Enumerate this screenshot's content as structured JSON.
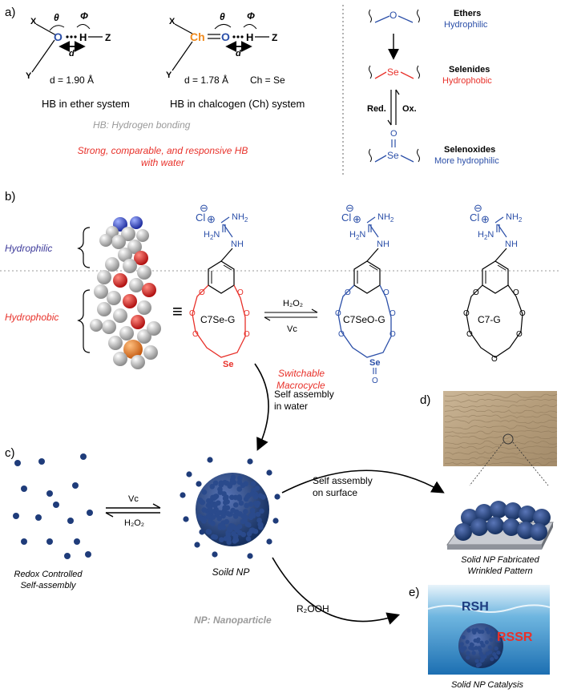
{
  "panel_a": {
    "label": "a)",
    "ether": {
      "x": "X",
      "y": "Y",
      "o": "O",
      "h": "H",
      "z": "Z",
      "theta": "θ",
      "phi": "Φ",
      "d": "d",
      "dist": "d = 1.90 Å",
      "caption": "HB in ether system"
    },
    "chalcogen": {
      "x": "X",
      "y": "Y",
      "ch": "Ch",
      "o": "O",
      "h": "H",
      "z": "Z",
      "theta": "θ",
      "phi": "Φ",
      "d": "d",
      "dist": "d = 1.78 Å",
      "ch_def": "Ch = Se",
      "caption": "HB in chalcogen (Ch) system"
    },
    "hb_note": "HB: Hydrogen bonding",
    "headline_1": "Strong, comparable, and responsive HB",
    "headline_2": "with water",
    "right": {
      "ether_atom": "O",
      "ethers_title": "Ethers",
      "ethers_sub": "Hydrophilic",
      "selenide_atom": "Se",
      "selenides_title": "Selenides",
      "selenides_sub": "Hydrophobic",
      "red": "Red.",
      "ox": "Ox.",
      "selenoxide_o": "O",
      "selenoxide_atom": "Se",
      "selenoxides_title": "Selenoxides",
      "selenoxides_sub": "More hydrophilic"
    },
    "colors": {
      "red": "#e8312a",
      "blue": "#2b4fa8",
      "orange": "#f08a1c",
      "gray": "#9a9a9a"
    }
  },
  "panel_b": {
    "label": "b)",
    "hydrophilic": "Hydrophilic",
    "hydrophobic": "Hydrophobic",
    "equiv": "≡",
    "mol1": {
      "cl": "Cl",
      "minus": "⊖",
      "plus": "⊕",
      "nh2_top": "NH",
      "nh2_top_sub": "2",
      "h2n": "H",
      "h2n_sub": "2",
      "h2n_n": "N",
      "nh": "NH",
      "name": "C7Se-G",
      "se": "Se"
    },
    "mol2": {
      "cl": "Cl",
      "minus": "⊖",
      "plus": "⊕",
      "nh2_top": "NH",
      "nh2_top_sub": "2",
      "h2n": "H",
      "h2n_sub": "2",
      "h2n_n": "N",
      "nh": "NH",
      "name": "C7SeO-G",
      "se": "Se",
      "o": "O"
    },
    "mol3": {
      "cl": "Cl",
      "minus": "⊖",
      "plus": "⊕",
      "nh2_top": "NH",
      "nh2_top_sub": "2",
      "h2n": "H",
      "h2n_sub": "2",
      "h2n_n": "N",
      "nh": "NH",
      "name": "C7-G"
    },
    "ring_o": "O",
    "oxidant": "H₂O₂",
    "reductant": "Vc",
    "switchable_1": "Switchable",
    "switchable_2": "Macrocycle",
    "self_assembly_1": "Self assembly",
    "self_assembly_2": "in water"
  },
  "panel_c": {
    "label": "c)",
    "vc": "Vc",
    "h2o2": "H₂O₂",
    "redox_1": "Redox Controlled",
    "redox_2": "Self-assembly",
    "solid_np": "Soild NP",
    "surface_1": "Self assembly",
    "surface_2": "on surface",
    "r2ooh": "R₂OOH",
    "np_note": "NP: Nanoparticle"
  },
  "panel_d": {
    "label": "d)",
    "caption_1": "Solid NP Fabricated",
    "caption_2": "Wrinkled Pattern"
  },
  "panel_e": {
    "label": "e)",
    "rsh": "RSH",
    "rssr": "RSSR",
    "caption": "Solid NP Catalysis"
  }
}
